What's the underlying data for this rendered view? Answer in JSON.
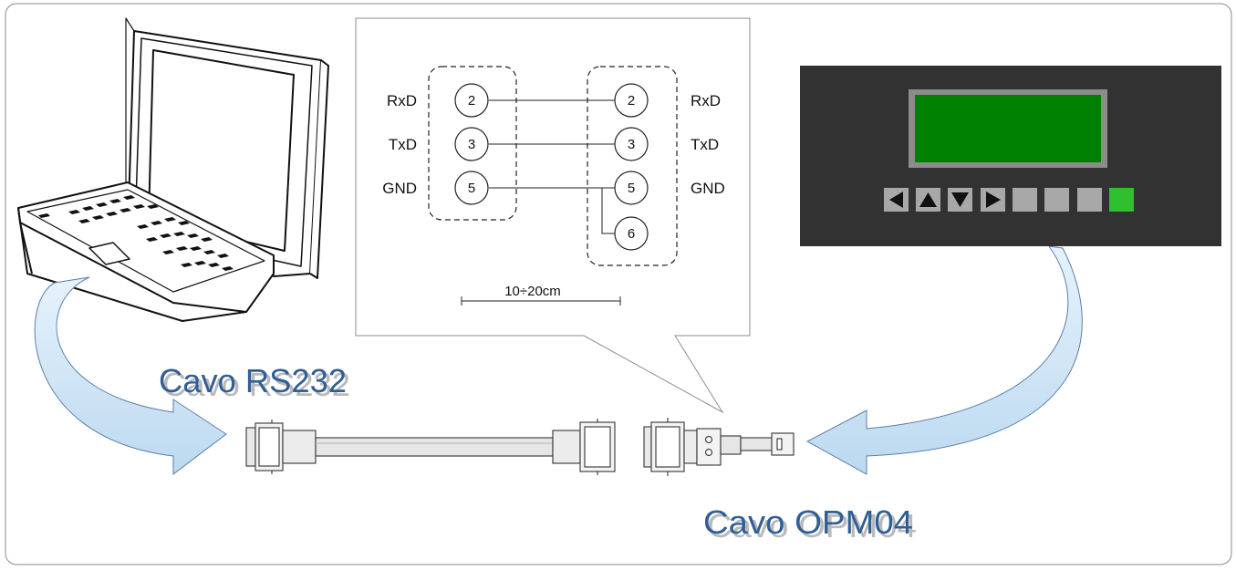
{
  "wiring": {
    "left_labels": [
      "RxD",
      "TxD",
      "GND"
    ],
    "right_labels": [
      "RxD",
      "TxD",
      "GND"
    ],
    "left_pins": [
      "2",
      "3",
      "5"
    ],
    "right_pins": [
      "2",
      "3",
      "5",
      "6"
    ],
    "length": "10÷20cm"
  },
  "cables": {
    "rs232": "Cavo RS232",
    "opm04": "Cavo OPM04"
  },
  "colors": {
    "panel_body": "#323232",
    "display_green": "#008000",
    "display_frame": "#8c8c8c",
    "key_active": "#2fbf2f",
    "arrow_fill": "#cfe6f7",
    "label_text": "#2f5f95"
  },
  "panel_keys": [
    "arrow-left-icon",
    "arrow-up-icon",
    "arrow-down-icon",
    "arrow-right-icon",
    "key",
    "key",
    "key",
    "key-active"
  ]
}
